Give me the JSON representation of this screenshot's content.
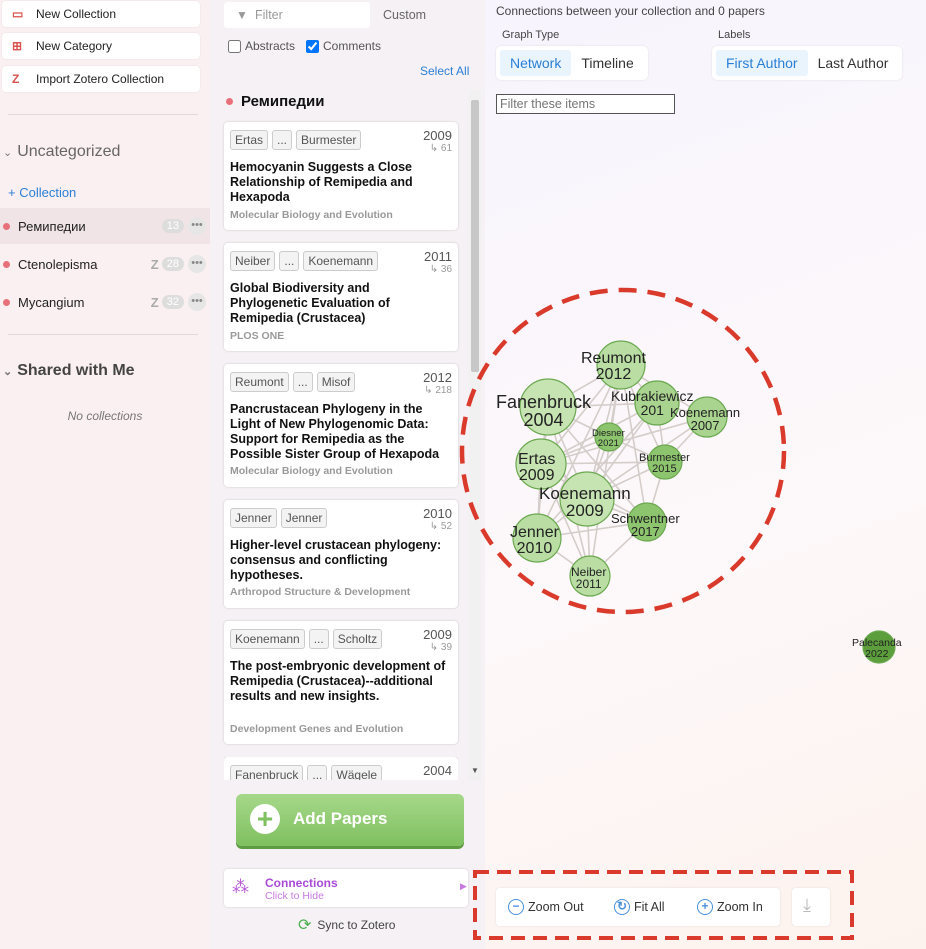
{
  "sidebar": {
    "buttons": [
      {
        "label": "New Collection"
      },
      {
        "label": "New Category"
      },
      {
        "label": "Import Zotero Collection"
      }
    ],
    "uncategorized": "Uncategorized",
    "add_collection": "+ Collection",
    "collections": [
      {
        "name": "Ремипедии",
        "count": "13",
        "zotero": ""
      },
      {
        "name": "Ctenolepisma",
        "count": "28",
        "zotero": "Z"
      },
      {
        "name": "Mycangium",
        "count": "32",
        "zotero": "Z"
      }
    ],
    "shared_title": "Shared with Me",
    "no_collections": "No collections",
    "connections_label": "Connections",
    "connections_sub": "Click to Hide",
    "sync_label": "Sync to Zotero"
  },
  "papers": {
    "filter_placeholder": "Filter",
    "custom": "Custom",
    "abstracts": "Abstracts",
    "comments": "Comments",
    "select_all": "Select All",
    "collection_title": "Ремипедии",
    "add_papers": "Add Papers",
    "items": [
      {
        "authors": [
          "Ertas",
          "...",
          "Burmester"
        ],
        "year": "2009",
        "cites": "↳ 61",
        "title": "Hemocyanin Suggests a Close Relationship of Remipedia and Hexapoda",
        "journal": "Molecular Biology and Evolution"
      },
      {
        "authors": [
          "Neiber",
          "...",
          "Koenemann"
        ],
        "year": "2011",
        "cites": "↳ 36",
        "title": "Global Biodiversity and Phylogenetic Evaluation of Remipedia (Crustacea)",
        "journal": "PLOS ONE"
      },
      {
        "authors": [
          "Reumont",
          "...",
          "Misof"
        ],
        "year": "2012",
        "cites": "↳ 218",
        "title": "Pancrustacean Phylogeny in the Light of New Phylogenomic Data: Support for Remipedia as the Possible Sister Group of Hexapoda",
        "journal": "Molecular Biology and Evolution"
      },
      {
        "authors": [
          "Jenner",
          "Jenner"
        ],
        "year": "2010",
        "cites": "↳ 52",
        "title": "Higher-level crustacean phylogeny: consensus and conflicting hypotheses.",
        "journal": "Arthropod Structure & Development"
      },
      {
        "authors": [
          "Koenemann",
          "...",
          "Scholtz"
        ],
        "year": "2009",
        "cites": "↳ 39",
        "title": "The post-embryonic development of Remipedia (Crustacea)--additional results and new insights.",
        "journal": "Development Genes and Evolution"
      },
      {
        "authors": [
          "Fanenbruck",
          "...",
          "Wägele"
        ],
        "year": "2004",
        "cites": "",
        "title": "",
        "journal": ""
      }
    ]
  },
  "graph": {
    "header": "Connections between your collection and 0 papers",
    "graph_type_label": "Graph Type",
    "graph_types": [
      "Network",
      "Timeline"
    ],
    "labels_label": "Labels",
    "label_options": [
      "First Author",
      "Last Author"
    ],
    "filter_placeholder": "Filter these items",
    "nodes": [
      {
        "name": "Reumont",
        "year": "2012"
      },
      {
        "name": "Fanenbruck",
        "year": "2004"
      },
      {
        "name": "Kubrakiewicz",
        "year": "201"
      },
      {
        "name": "Koenemann",
        "year": "2007"
      },
      {
        "name": "Diesner",
        "year": "2021"
      },
      {
        "name": "Ertas",
        "year": "2009"
      },
      {
        "name": "Burmester",
        "year": "2015"
      },
      {
        "name": "Koenemann",
        "year": "2009"
      },
      {
        "name": "Schwentner",
        "year": "2017"
      },
      {
        "name": "Jenner",
        "year": "2010"
      },
      {
        "name": "Neiber",
        "year": "2011"
      },
      {
        "name": "Palecanda",
        "year": "2022"
      }
    ],
    "zoom_out": "Zoom Out",
    "fit_all": "Fit All",
    "zoom_in": "Zoom In",
    "accent": "#2b7fd6",
    "highlight": "#d93a2b"
  }
}
